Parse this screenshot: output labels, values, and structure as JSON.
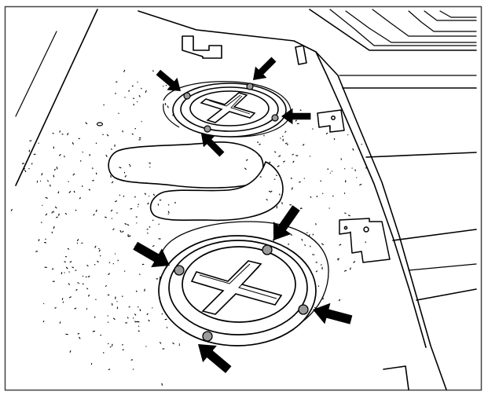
{
  "figure": {
    "frame_color": "#444444",
    "line_color": "#000000",
    "fill_color": "#ffffff",
    "marker_fill": "#9a9a9a",
    "callout_arrow_color": "#000000",
    "icon": "cross-recessed-plug-illustration"
  },
  "callouts": {
    "upper_plug_arrows": 4,
    "lower_plug_arrows": 4
  }
}
